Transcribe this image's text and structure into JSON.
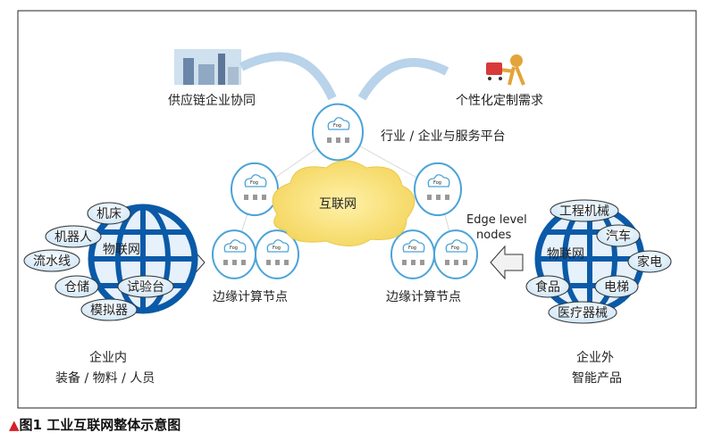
{
  "top_left_label": "供应链企业协同",
  "top_right_label": "个性化定制需求",
  "platform_label": "行业 / 企业与服务平台",
  "internet_label": "互联网",
  "edge_label": [
    "Edge level",
    "nodes"
  ],
  "edge_node_label_left": "边缘计算节点",
  "edge_node_label_right": "边缘计算节点",
  "fog_text": "Fog",
  "left_globe": {
    "center": "物联网",
    "bubbles": [
      "机床",
      "机器人",
      "流水线",
      "仓储",
      "试验台",
      "模拟器"
    ]
  },
  "right_globe": {
    "center": "物联网",
    "bubbles": [
      "工程机械",
      "汽车",
      "家电",
      "食品",
      "电梯",
      "医疗器械"
    ]
  },
  "left_caption": [
    "企业内",
    "装备 / 物料 / 人员"
  ],
  "right_caption": [
    "企业外",
    "智能产品"
  ],
  "figure_caption": {
    "marker": "▲",
    "text": "图1 工业互联网整体示意图"
  },
  "colors": {
    "globe": "#0a5aa8",
    "cloud": "#f9e27a",
    "fog": "#4aa3d8",
    "marker": "#d4202a"
  }
}
